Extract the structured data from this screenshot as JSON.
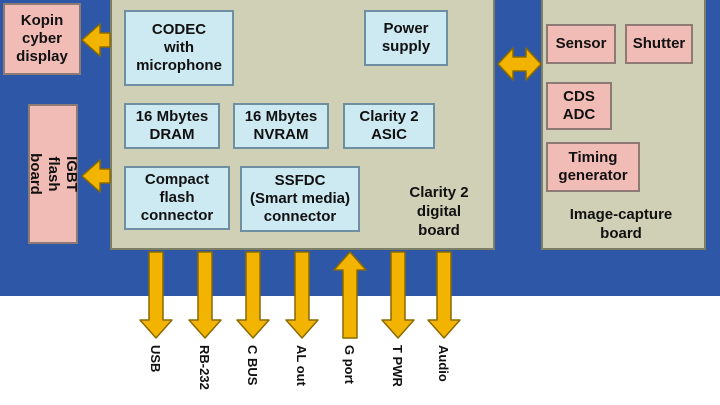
{
  "colors": {
    "background_blue": "#2f57a8",
    "board_panel": "#cfd0b5",
    "module_cyan": "#cde9f2",
    "module_pink": "#f2bcb6",
    "arrow_yellow": "#f2b400"
  },
  "external": {
    "kopin": "Kopin\ncyber\ndisplay",
    "igbt": "IGBT flash\nboard"
  },
  "digital_board": {
    "label": "Clarity 2\ndigital\nboard",
    "codec": "CODEC\nwith\nmicrophone",
    "power": "Power\nsupply",
    "dram": "16 Mbytes\nDRAM",
    "nvram": "16 Mbytes\nNVRAM",
    "asic": "Clarity 2\nASIC",
    "cf": "Compact\nflash\nconnector",
    "ssfdc": "SSFDC\n(Smart media)\nconnector"
  },
  "capture_board": {
    "label": "Image-capture\nboard",
    "sensor": "Sensor",
    "shutter": "Shutter",
    "cds": "CDS\nADC",
    "timing": "Timing\ngenerator"
  },
  "ports": [
    "USB",
    "RB-232",
    "C BUS",
    "AL out",
    "G port",
    "T PWR",
    "Audio"
  ]
}
